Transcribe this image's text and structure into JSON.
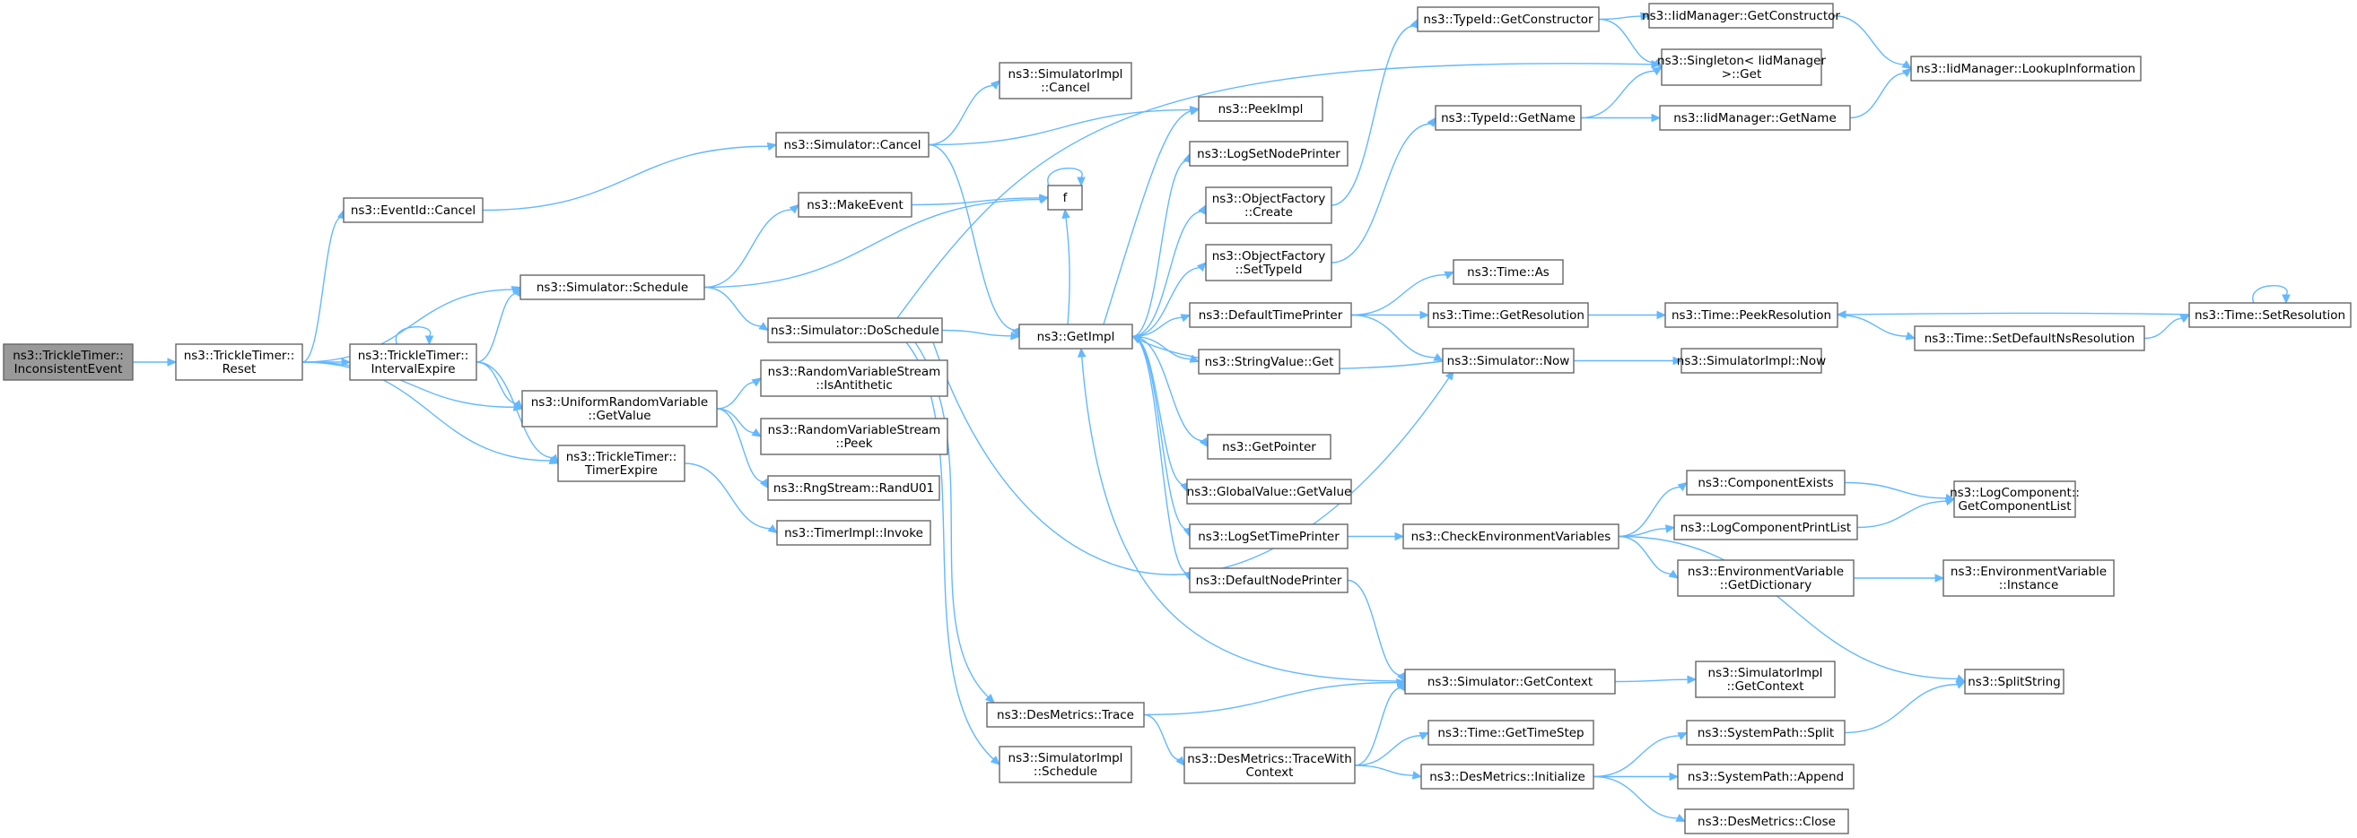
{
  "nodes": [
    {
      "id": "n0",
      "lines": [
        "ns3::TrickleTimer::",
        "InconsistentEvent"
      ],
      "root": true
    },
    {
      "id": "n1",
      "lines": [
        "ns3::TrickleTimer::",
        "Reset"
      ]
    },
    {
      "id": "n2",
      "lines": [
        "ns3::EventId::Cancel"
      ]
    },
    {
      "id": "n3",
      "lines": [
        "ns3::Simulator::Schedule"
      ]
    },
    {
      "id": "n4",
      "lines": [
        "ns3::TrickleTimer::",
        "IntervalExpire"
      ]
    },
    {
      "id": "n5",
      "lines": [
        "ns3::UniformRandomVariable",
        "::GetValue"
      ]
    },
    {
      "id": "n6",
      "lines": [
        "ns3::TrickleTimer::",
        "TimerExpire"
      ]
    },
    {
      "id": "n7",
      "lines": [
        "ns3::Simulator::Cancel"
      ]
    },
    {
      "id": "n8",
      "lines": [
        "ns3::MakeEvent"
      ]
    },
    {
      "id": "n9",
      "lines": [
        "ns3::Simulator::DoSchedule"
      ]
    },
    {
      "id": "n10",
      "lines": [
        "ns3::RandomVariableStream",
        "::IsAntithetic"
      ]
    },
    {
      "id": "n11",
      "lines": [
        "ns3::RandomVariableStream",
        "::Peek"
      ]
    },
    {
      "id": "n12",
      "lines": [
        "ns3::RngStream::RandU01"
      ]
    },
    {
      "id": "n13",
      "lines": [
        "ns3::TimerImpl::Invoke"
      ]
    },
    {
      "id": "n14",
      "lines": [
        "ns3::SimulatorImpl",
        "::Cancel"
      ]
    },
    {
      "id": "n15",
      "lines": [
        "ns3::DesMetrics::Trace"
      ]
    },
    {
      "id": "n16",
      "lines": [
        "ns3::SimulatorImpl",
        "::Schedule"
      ]
    },
    {
      "id": "n17",
      "lines": [
        "ns3::PeekImpl"
      ]
    },
    {
      "id": "n18",
      "lines": [
        "f"
      ]
    },
    {
      "id": "n19",
      "lines": [
        "ns3::GetImpl"
      ]
    },
    {
      "id": "n20",
      "lines": [
        "ns3::LogSetNodePrinter"
      ]
    },
    {
      "id": "n21",
      "lines": [
        "ns3::ObjectFactory",
        "::Create"
      ]
    },
    {
      "id": "n22",
      "lines": [
        "ns3::ObjectFactory",
        "::SetTypeId"
      ]
    },
    {
      "id": "n23",
      "lines": [
        "ns3::DefaultTimePrinter"
      ]
    },
    {
      "id": "n24",
      "lines": [
        "ns3::StringValue::Get"
      ]
    },
    {
      "id": "n25",
      "lines": [
        "ns3::GetPointer"
      ]
    },
    {
      "id": "n26",
      "lines": [
        "ns3::GlobalValue::GetValue"
      ]
    },
    {
      "id": "n27",
      "lines": [
        "ns3::LogSetTimePrinter"
      ]
    },
    {
      "id": "n28",
      "lines": [
        "ns3::DefaultNodePrinter"
      ]
    },
    {
      "id": "n29",
      "lines": [
        "ns3::DesMetrics::TraceWith",
        "Context"
      ]
    },
    {
      "id": "n30",
      "lines": [
        "ns3::TypeId::GetConstructor"
      ]
    },
    {
      "id": "n31",
      "lines": [
        "ns3::TypeId::GetName"
      ]
    },
    {
      "id": "n32",
      "lines": [
        "ns3::Time::As"
      ]
    },
    {
      "id": "n33",
      "lines": [
        "ns3::Time::GetResolution"
      ]
    },
    {
      "id": "n34",
      "lines": [
        "ns3::Simulator::Now"
      ]
    },
    {
      "id": "n35",
      "lines": [
        "ns3::CheckEnvironmentVariables"
      ]
    },
    {
      "id": "n36",
      "lines": [
        "ns3::Simulator::GetContext"
      ]
    },
    {
      "id": "n37",
      "lines": [
        "ns3::Time::GetTimeStep"
      ]
    },
    {
      "id": "n38",
      "lines": [
        "ns3::DesMetrics::Initialize"
      ]
    },
    {
      "id": "n39",
      "lines": [
        "ns3::IidManager::GetConstructor"
      ]
    },
    {
      "id": "n40",
      "lines": [
        "ns3::Singleton< IidManager",
        " >::Get"
      ]
    },
    {
      "id": "n41",
      "lines": [
        "ns3::IidManager::GetName"
      ]
    },
    {
      "id": "n42",
      "lines": [
        "ns3::Time::PeekResolution"
      ]
    },
    {
      "id": "n43",
      "lines": [
        "ns3::SimulatorImpl::Now"
      ]
    },
    {
      "id": "n44",
      "lines": [
        "ns3::ComponentExists"
      ]
    },
    {
      "id": "n45",
      "lines": [
        "ns3::LogComponentPrintList"
      ]
    },
    {
      "id": "n46",
      "lines": [
        "ns3::EnvironmentVariable",
        "::GetDictionary"
      ]
    },
    {
      "id": "n47",
      "lines": [
        "ns3::SimulatorImpl",
        "::GetContext"
      ]
    },
    {
      "id": "n48",
      "lines": [
        "ns3::SystemPath::Split"
      ]
    },
    {
      "id": "n49",
      "lines": [
        "ns3::SystemPath::Append"
      ]
    },
    {
      "id": "n50",
      "lines": [
        "ns3::DesMetrics::Close"
      ]
    },
    {
      "id": "n51",
      "lines": [
        "ns3::IidManager::LookupInformation"
      ]
    },
    {
      "id": "n52",
      "lines": [
        "ns3::Time::SetDefaultNsResolution"
      ]
    },
    {
      "id": "n53",
      "lines": [
        "ns3::LogComponent::",
        "GetComponentList"
      ]
    },
    {
      "id": "n54",
      "lines": [
        "ns3::EnvironmentVariable",
        "::Instance"
      ]
    },
    {
      "id": "n55",
      "lines": [
        "ns3::SplitString"
      ]
    },
    {
      "id": "n56",
      "lines": [
        "ns3::Time::SetResolution"
      ]
    }
  ],
  "edges": [
    [
      "n0",
      "n1"
    ],
    [
      "n1",
      "n2"
    ],
    [
      "n1",
      "n3"
    ],
    [
      "n1",
      "n4"
    ],
    [
      "n1",
      "n5"
    ],
    [
      "n1",
      "n6"
    ],
    [
      "n2",
      "n7"
    ],
    [
      "n3",
      "n8"
    ],
    [
      "n3",
      "n9"
    ],
    [
      "n4",
      "n3"
    ],
    [
      "n4",
      "n4"
    ],
    [
      "n4",
      "n5"
    ],
    [
      "n4",
      "n6"
    ],
    [
      "n5",
      "n10"
    ],
    [
      "n5",
      "n11"
    ],
    [
      "n5",
      "n12"
    ],
    [
      "n6",
      "n13"
    ],
    [
      "n7",
      "n14"
    ],
    [
      "n7",
      "n17"
    ],
    [
      "n7",
      "n19"
    ],
    [
      "n8",
      "n18"
    ],
    [
      "n3",
      "n18"
    ],
    [
      "n18",
      "n18"
    ],
    [
      "n9",
      "n19"
    ],
    [
      "n9",
      "n40"
    ],
    [
      "n9",
      "n15"
    ],
    [
      "n9",
      "n16"
    ],
    [
      "n9",
      "n34"
    ],
    [
      "n15",
      "n36"
    ],
    [
      "n15",
      "n29"
    ],
    [
      "n29",
      "n36"
    ],
    [
      "n29",
      "n37"
    ],
    [
      "n29",
      "n38"
    ],
    [
      "n19",
      "n17"
    ],
    [
      "n19",
      "n18"
    ],
    [
      "n19",
      "n20"
    ],
    [
      "n19",
      "n21"
    ],
    [
      "n19",
      "n22"
    ],
    [
      "n19",
      "n23"
    ],
    [
      "n19",
      "n24"
    ],
    [
      "n19",
      "n25"
    ],
    [
      "n19",
      "n26"
    ],
    [
      "n19",
      "n27"
    ],
    [
      "n19",
      "n28"
    ],
    [
      "n21",
      "n30"
    ],
    [
      "n22",
      "n31"
    ],
    [
      "n23",
      "n32"
    ],
    [
      "n23",
      "n33"
    ],
    [
      "n23",
      "n34"
    ],
    [
      "n27",
      "n35"
    ],
    [
      "n28",
      "n36"
    ],
    [
      "n34",
      "n19"
    ],
    [
      "n34",
      "n43"
    ],
    [
      "n36",
      "n19"
    ],
    [
      "n36",
      "n47"
    ],
    [
      "n30",
      "n39"
    ],
    [
      "n30",
      "n40"
    ],
    [
      "n31",
      "n40"
    ],
    [
      "n31",
      "n41"
    ],
    [
      "n39",
      "n51"
    ],
    [
      "n41",
      "n51"
    ],
    [
      "n33",
      "n42"
    ],
    [
      "n42",
      "n52"
    ],
    [
      "n52",
      "n56"
    ],
    [
      "n56",
      "n42"
    ],
    [
      "n56",
      "n56"
    ],
    [
      "n35",
      "n44"
    ],
    [
      "n35",
      "n45"
    ],
    [
      "n35",
      "n46"
    ],
    [
      "n35",
      "n55"
    ],
    [
      "n44",
      "n53"
    ],
    [
      "n45",
      "n53"
    ],
    [
      "n46",
      "n54"
    ],
    [
      "n38",
      "n48"
    ],
    [
      "n38",
      "n49"
    ],
    [
      "n38",
      "n50"
    ],
    [
      "n48",
      "n55"
    ]
  ]
}
